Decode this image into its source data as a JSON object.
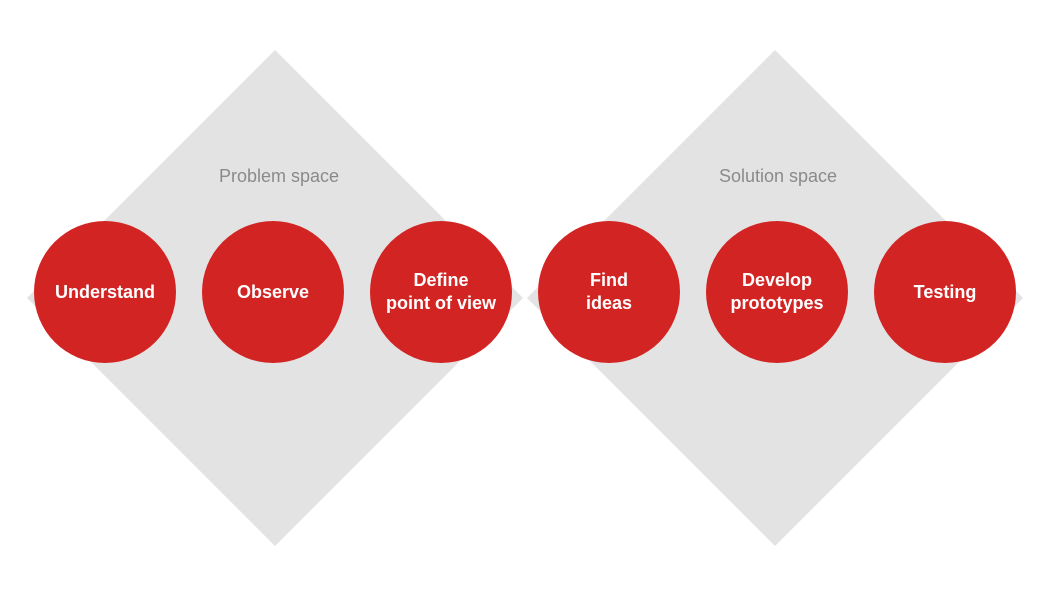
{
  "colors": {
    "background": "#ffffff",
    "space": "#e3e3e3",
    "space_label": "#8a8a8a",
    "step": "#d32424",
    "step_text": "#ffffff"
  },
  "spaces": [
    {
      "label": "Problem space"
    },
    {
      "label": "Solution space"
    }
  ],
  "steps": [
    {
      "label": "Understand"
    },
    {
      "label": "Observe"
    },
    {
      "label": "Define\npoint of view"
    },
    {
      "label": "Find\nideas"
    },
    {
      "label": "Develop\nprototypes"
    },
    {
      "label": "Testing"
    }
  ]
}
